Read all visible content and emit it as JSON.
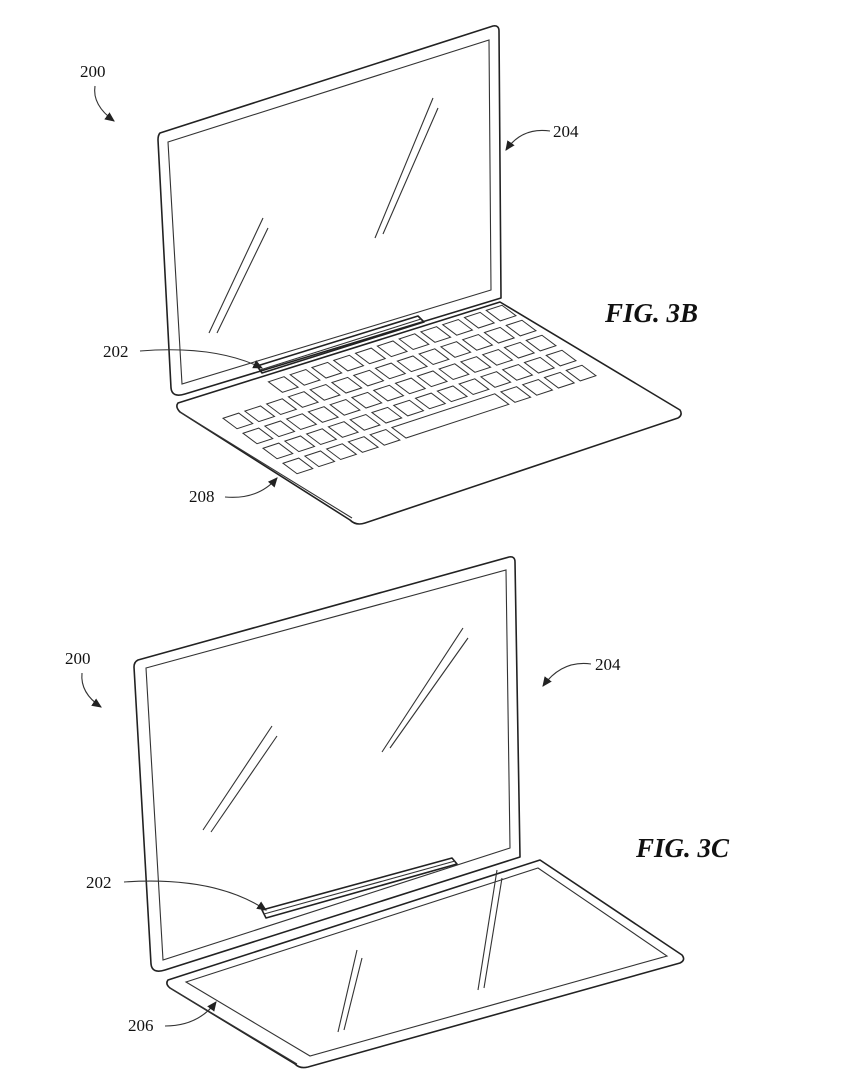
{
  "figures": [
    {
      "title": "FIG. 3B",
      "refs": {
        "device": "200",
        "display": "204",
        "hinge": "202",
        "keyboard_base": "208"
      }
    },
    {
      "title": "FIG. 3C",
      "refs": {
        "device": "200",
        "display": "204",
        "hinge": "202",
        "display_base": "206"
      }
    }
  ]
}
